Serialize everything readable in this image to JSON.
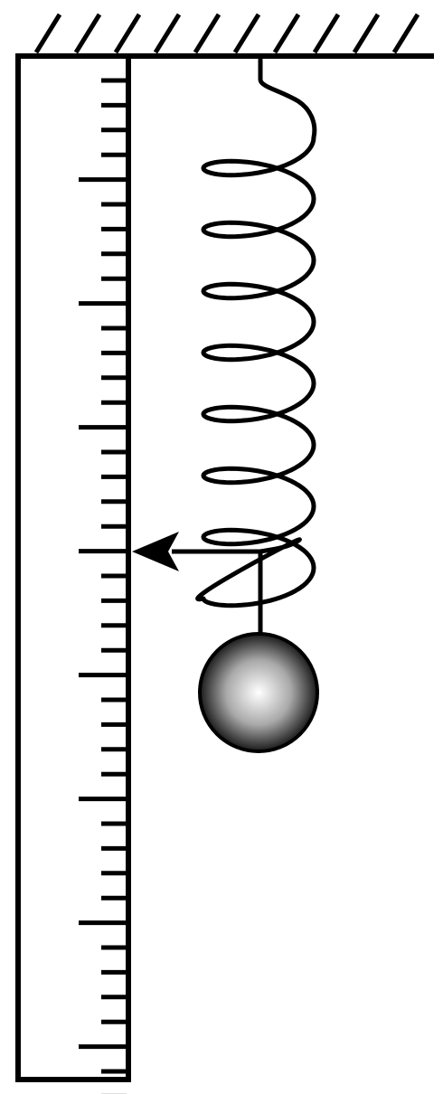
{
  "diagram": {
    "kind": "spring-mass-with-ruler",
    "colors": {
      "stroke": "#000000",
      "background": "#ffffff",
      "ball_highlight": "#ffffff",
      "ball_mid": "#a9a9a9",
      "ball_shadow": "#1a1a1a"
    },
    "ceiling": {
      "hatch_count": 10
    },
    "ruler": {
      "tick_count": 42,
      "major_every": 5
    },
    "spring": {
      "coil_count": 7
    },
    "pointer": {
      "direction": "left",
      "indicates_tick_index": 20
    },
    "mass": {
      "shape": "sphere"
    }
  }
}
